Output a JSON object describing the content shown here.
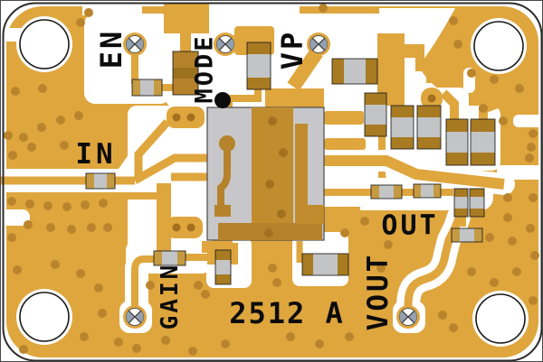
{
  "board": {
    "part_number": "2512 A",
    "labels": [
      {
        "id": "en",
        "text": "EN",
        "orientation": "vertical"
      },
      {
        "id": "mode",
        "text": "MODE",
        "orientation": "vertical"
      },
      {
        "id": "vp",
        "text": "VP",
        "orientation": "vertical"
      },
      {
        "id": "in",
        "text": "IN",
        "orientation": "horizontal"
      },
      {
        "id": "gain",
        "text": "GAIN",
        "orientation": "vertical"
      },
      {
        "id": "out",
        "text": "OUT",
        "orientation": "horizontal"
      },
      {
        "id": "vout",
        "text": "VOUT",
        "orientation": "vertical"
      }
    ],
    "features": {
      "mounting_holes": 4,
      "test_points": 5
    },
    "colors": {
      "copper": "#DFA63E",
      "via": "#BA842C",
      "clearance": "#FFFFFF",
      "silkscreen": "#0C0C0C",
      "component_body": "#C3C4C6",
      "component_cap_dark": "#A87B22",
      "component_cap_tan": "#C49B42",
      "ic_body": "#C7C7C9",
      "ic_pad": "#C08C2E",
      "outline": "#2B2B2B",
      "testpoint_metal": "#93A1B0"
    }
  }
}
